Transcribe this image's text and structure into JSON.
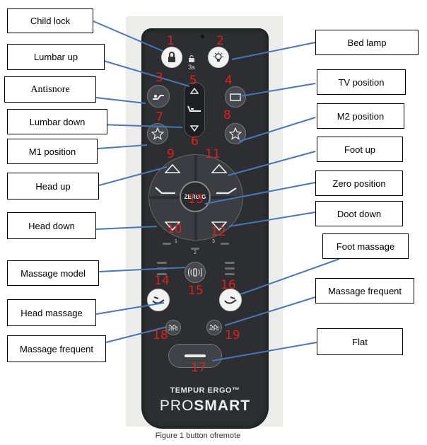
{
  "labels": {
    "child_lock": "Child lock",
    "lumbar_up": "Lumbar up",
    "antisnore": "Antisnore",
    "lumbar_down": "Lumbar down",
    "m1_position": "M1 position",
    "head_up": "Head up",
    "head_down": "Head down",
    "massage_model": "Massage model",
    "head_massage": "Head massage",
    "massage_frequent_left": "Massage frequent",
    "bed_lamp": "Bed lamp",
    "tv_position": "TV position",
    "m2_position": "M2 position",
    "foot_up": "Foot up",
    "zero_position": "Zero position",
    "doot_down": "Doot down",
    "foot_massage": "Foot massage",
    "massage_frequent_right": "Massage frequent",
    "flat": "Flat"
  },
  "numbers": {
    "n1": "1",
    "n2": "2",
    "n3": "3",
    "n4": "4",
    "n5": "5",
    "n6": "6",
    "n7": "7",
    "n8": "8",
    "n9": "9",
    "n10": "10",
    "n11": "11",
    "n12": "12",
    "n13": "13",
    "n14": "14",
    "n15": "15",
    "n16": "16",
    "n17": "17",
    "n18": "18",
    "n19": "19"
  },
  "remote": {
    "lock_timer": "3s",
    "zero_g": "ZERO G",
    "freq_left": "28Hz",
    "freq_right": "40Hz",
    "ind_1": "1",
    "ind_2": "2",
    "ind_3": "3",
    "brand_line1": "TEMPUR ERGO™",
    "brand_line2_a": "PRO",
    "brand_line2_b": "SMART"
  },
  "caption": "Figure 1 button ofremote",
  "colors": {
    "remote_body": "#2c2e31",
    "number_red": "#e0201b",
    "leader_line": "#4a76b8"
  }
}
